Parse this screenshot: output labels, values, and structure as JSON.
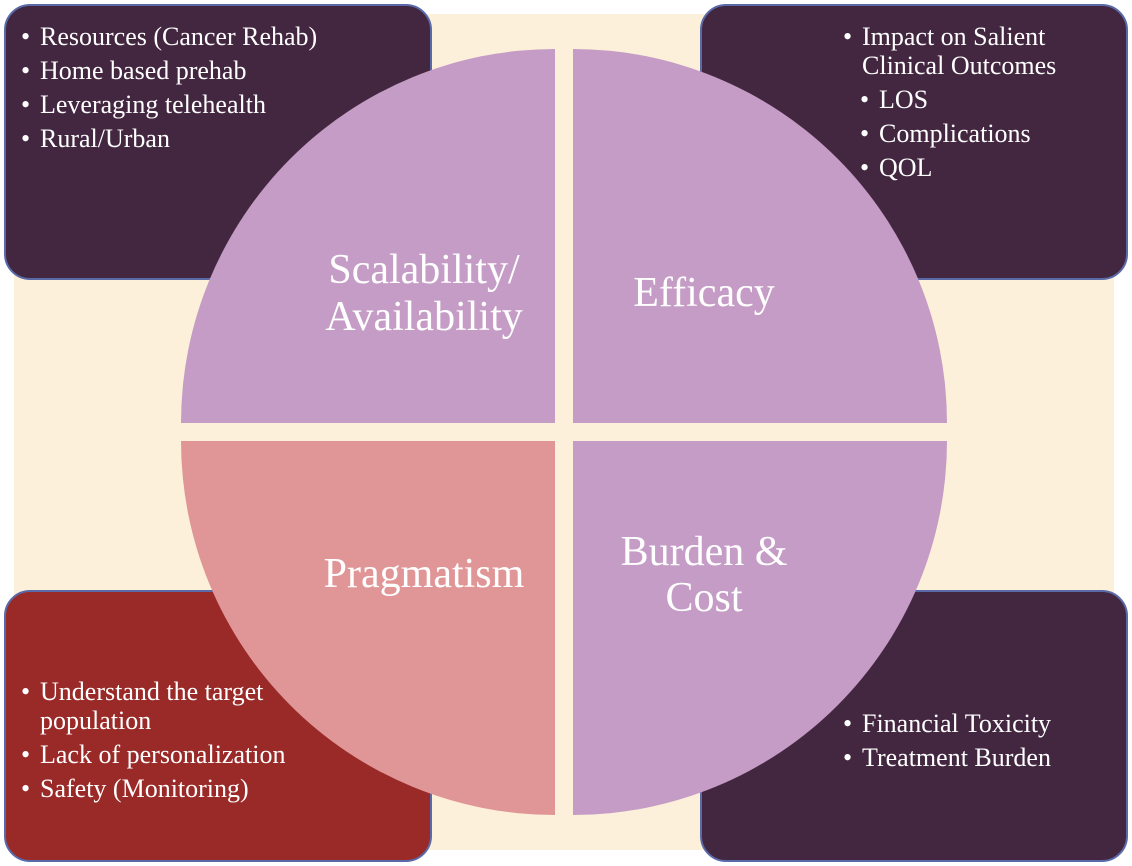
{
  "colors": {
    "backdrop": "#fcf0da",
    "box_dark": "#432740",
    "box_red": "#9a2a28",
    "quadrant_purple": "#c59cc5",
    "quadrant_pink": "#e09696",
    "box_border": "#5a6aa8"
  },
  "top_left_box": {
    "items": [
      "Resources (Cancer Rehab)",
      "Home based prehab",
      "Leveraging telehealth",
      "Rural/Urban"
    ]
  },
  "top_right_box": {
    "items": [
      "Impact on Salient Clinical Outcomes",
      "LOS",
      "Complications",
      "QOL"
    ]
  },
  "bottom_left_box": {
    "items": [
      "Understand the target population",
      "Lack of personalization",
      "Safety (Monitoring)"
    ]
  },
  "bottom_right_box": {
    "items": [
      "Financial Toxicity",
      "Treatment Burden"
    ]
  },
  "quadrants": {
    "top_left": {
      "line1": "Scalability/",
      "line2": "Availability"
    },
    "top_right": {
      "line1": "Efficacy"
    },
    "bottom_left": {
      "line1": "Pragmatism"
    },
    "bottom_right": {
      "line1": "Burden &",
      "line2": "Cost"
    }
  }
}
